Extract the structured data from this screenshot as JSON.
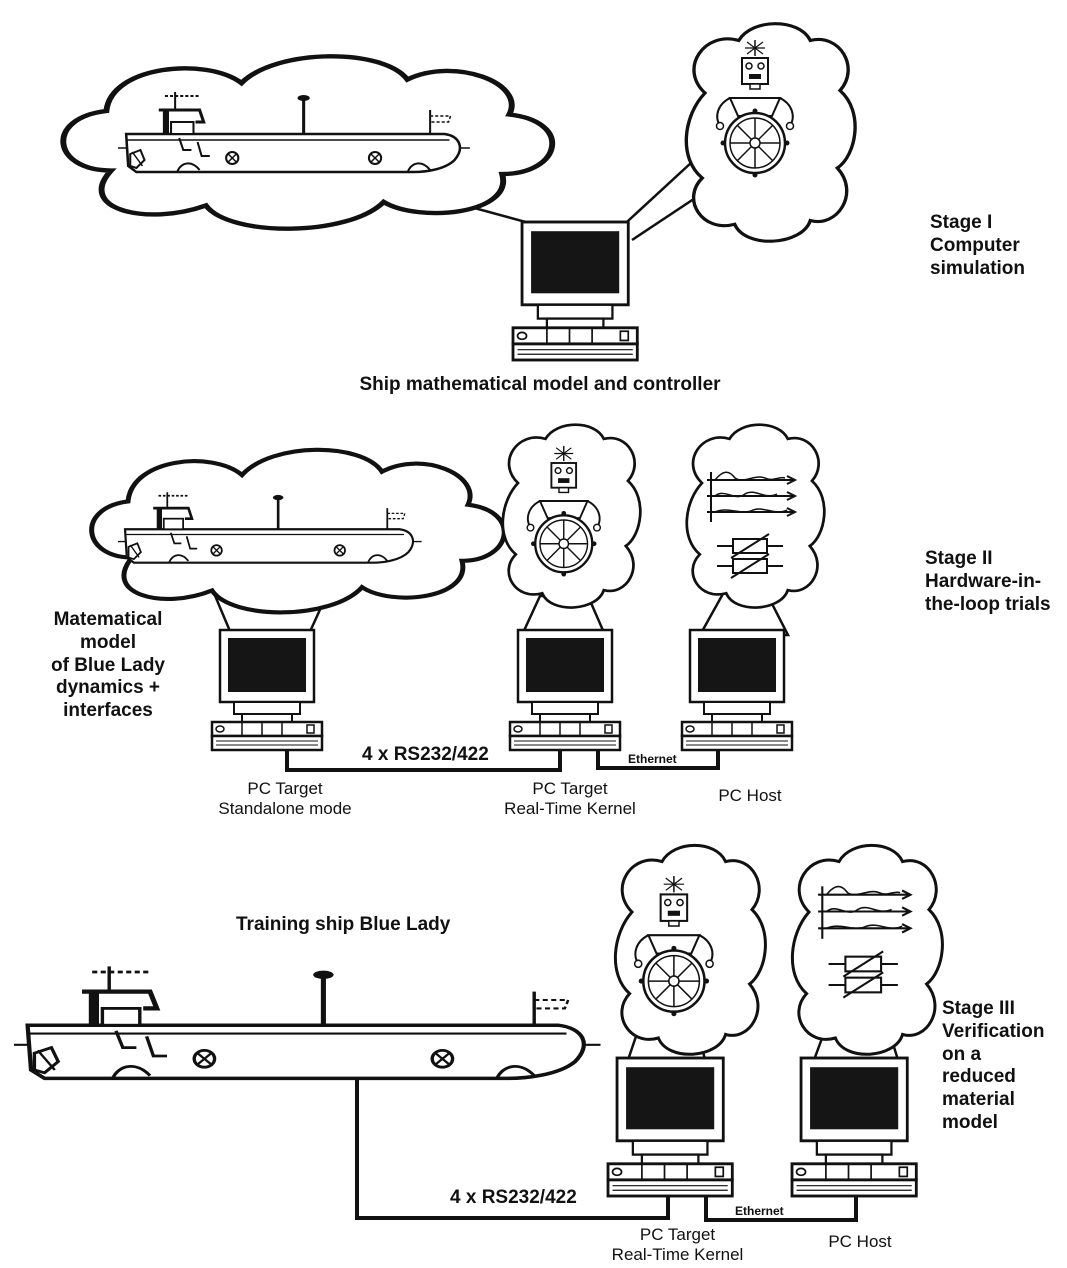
{
  "stage1": {
    "stage_label": "Stage I\nComputer\nsimulation",
    "caption": "Ship mathematical model  and controller"
  },
  "stage2": {
    "stage_label": "Stage II\nHardware-in-\nthe-loop trials",
    "model_label": "Matematical\nmodel\nof Blue Lady\ndynamics +\ninterfaces",
    "serial_link": "4 x RS232/422",
    "ethernet_link": "Ethernet",
    "pc_standalone": "PC Target\nStandalone mode",
    "pc_target": "PC Target\nReal-Time Kernel",
    "pc_host": "PC Host"
  },
  "stage3": {
    "stage_label": "Stage III\nVerification\non a\nreduced\nmaterial\nmodel",
    "ship_title": "Training ship Blue Lady",
    "serial_link": "4 x RS232/422",
    "ethernet_link": "Ethernet",
    "pc_target": "PC Target\nReal-Time Kernel",
    "pc_host": "PC Host"
  }
}
